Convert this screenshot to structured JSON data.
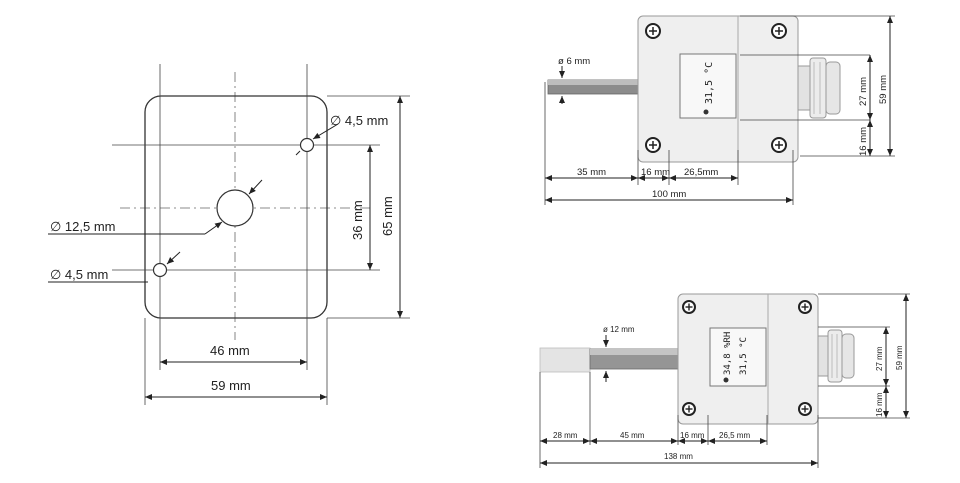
{
  "left_drawing": {
    "hole_top": "∅ 4,5 mm",
    "hole_center": "∅ 12,5 mm",
    "hole_bottom": "∅ 4,5 mm",
    "dim_36": "36 mm",
    "dim_65": "65 mm",
    "dim_46": "46 mm",
    "dim_59": "59 mm"
  },
  "top_sensor": {
    "probe_dia": "ø 6 mm",
    "dim_35": "35 mm",
    "dim_16": "16 mm",
    "dim_26_5": "26,5mm",
    "dim_100": "100 mm",
    "dim_27": "27 mm",
    "dim_59": "59 mm",
    "dim_16_side": "16 mm",
    "display_temp": "31,5 °C"
  },
  "bottom_sensor": {
    "probe_dia": "ø 12 mm",
    "dim_28": "28 mm",
    "dim_45": "45 mm",
    "dim_16": "16 mm",
    "dim_26_5": "26,5 mm",
    "dim_138": "138 mm",
    "dim_27": "27 mm",
    "dim_59": "59 mm",
    "dim_16_side": "16 mm",
    "display_rh": "34,8 %RH",
    "display_temp": "31,5 °C"
  }
}
